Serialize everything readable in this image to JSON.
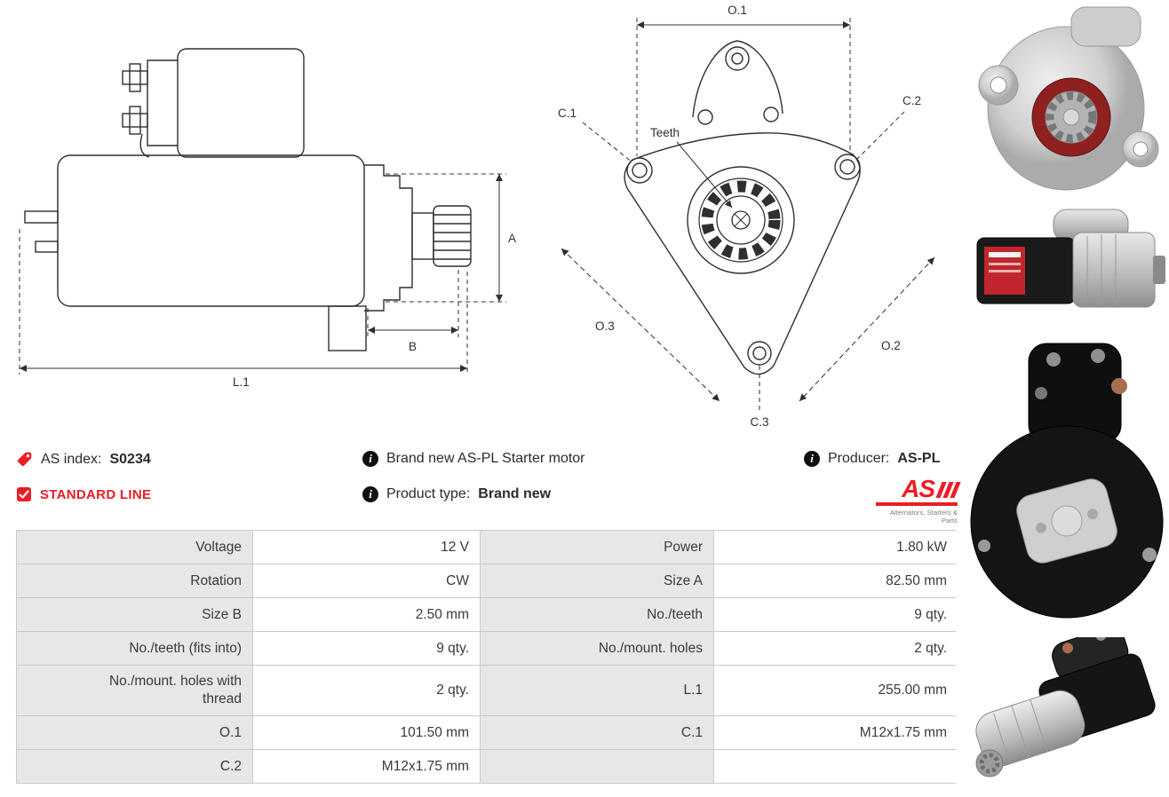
{
  "colors": {
    "accent_red": "#ed1c24",
    "table_label_bg": "#e7e7e7",
    "table_border": "#c9c9c9",
    "line_color": "#2f2f2f"
  },
  "icons": {
    "info_glyph": "i",
    "check_glyph": "✓"
  },
  "diagram": {
    "side": {
      "a": "A",
      "b": "B",
      "l1": "L.1"
    },
    "front": {
      "o1": "O.1",
      "o2": "O.2",
      "o3": "O.3",
      "c1": "C.1",
      "c2": "C.2",
      "c3": "C.3",
      "teeth": "Teeth"
    }
  },
  "info": {
    "as_index": {
      "label": "AS index:",
      "value": "S0234"
    },
    "standard_line": "STANDARD LINE",
    "brand_new": "Brand new AS-PL Starter motor",
    "product_type": {
      "label": "Product type:",
      "value": "Brand new"
    },
    "producer": {
      "label": "Producer:",
      "value": "AS-PL"
    }
  },
  "logo": {
    "text": "AS",
    "tagline": "Alternators, Starters & Parts"
  },
  "spec_table": {
    "rows": [
      {
        "label_left": "Voltage",
        "value_left": "12 V",
        "label_right": "Power",
        "value_right": "1.80 kW"
      },
      {
        "label_left": "Rotation",
        "value_left": "CW",
        "label_right": "Size A",
        "value_right": "82.50 mm"
      },
      {
        "label_left": "Size B",
        "value_left": "2.50 mm",
        "label_right": "No./teeth",
        "value_right": "9 qty."
      },
      {
        "label_left": "No./teeth (fits into)",
        "value_left": "9 qty.",
        "label_right": "No./mount. holes",
        "value_right": "2 qty."
      },
      {
        "label_left": "No./mount. holes with thread",
        "value_left": "2 qty.",
        "label_right": "L.1",
        "value_right": "255.00 mm"
      },
      {
        "label_left": "O.1",
        "value_left": "101.50 mm",
        "label_right": "C.1",
        "value_right": "M12x1.75 mm"
      },
      {
        "label_left": "C.2",
        "value_left": "M12x1.75 mm",
        "label_right": "",
        "value_right": ""
      }
    ]
  }
}
